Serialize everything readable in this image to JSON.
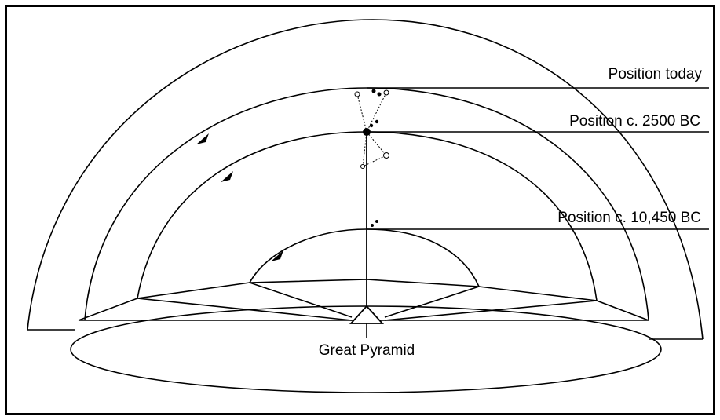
{
  "diagram": {
    "labels": {
      "position_today": "Position today",
      "position_2500bc": "Position c. 2500 BC",
      "position_10450bc": "Position c. 10,450 BC",
      "great_pyramid": "Great Pyramid"
    },
    "icons": {
      "arrow": "arrowhead-icon",
      "star": "star-icon",
      "pyramid": "pyramid-icon"
    },
    "colors": {
      "ink": "#000000",
      "background": "#ffffff"
    }
  }
}
